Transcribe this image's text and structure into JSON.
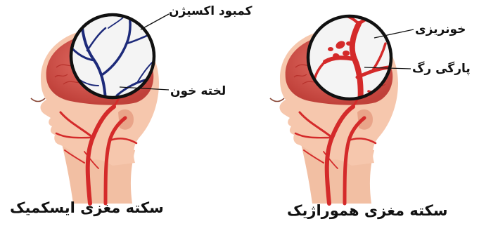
{
  "colors": {
    "skin": "#f6c7ad",
    "skin_shadow": "#e9a489",
    "brain": "#d9574f",
    "brain_dark": "#b8332d",
    "artery": "#d42a2a",
    "vessel_blue": "#1d2a7a",
    "lens_rim": "#111111",
    "lens_bg": "#f4f4f4",
    "text": "#111111"
  },
  "ischemic": {
    "callout_oxygen": "کمبود اکسیژن",
    "callout_clot": "لخته خون",
    "caption": "سکته مغزی ایسکمیک"
  },
  "hemorrhagic": {
    "callout_bleeding": "خونریزی",
    "callout_rupture": "پارگی رگ",
    "caption": "سکته مغزی هموراژیک"
  }
}
